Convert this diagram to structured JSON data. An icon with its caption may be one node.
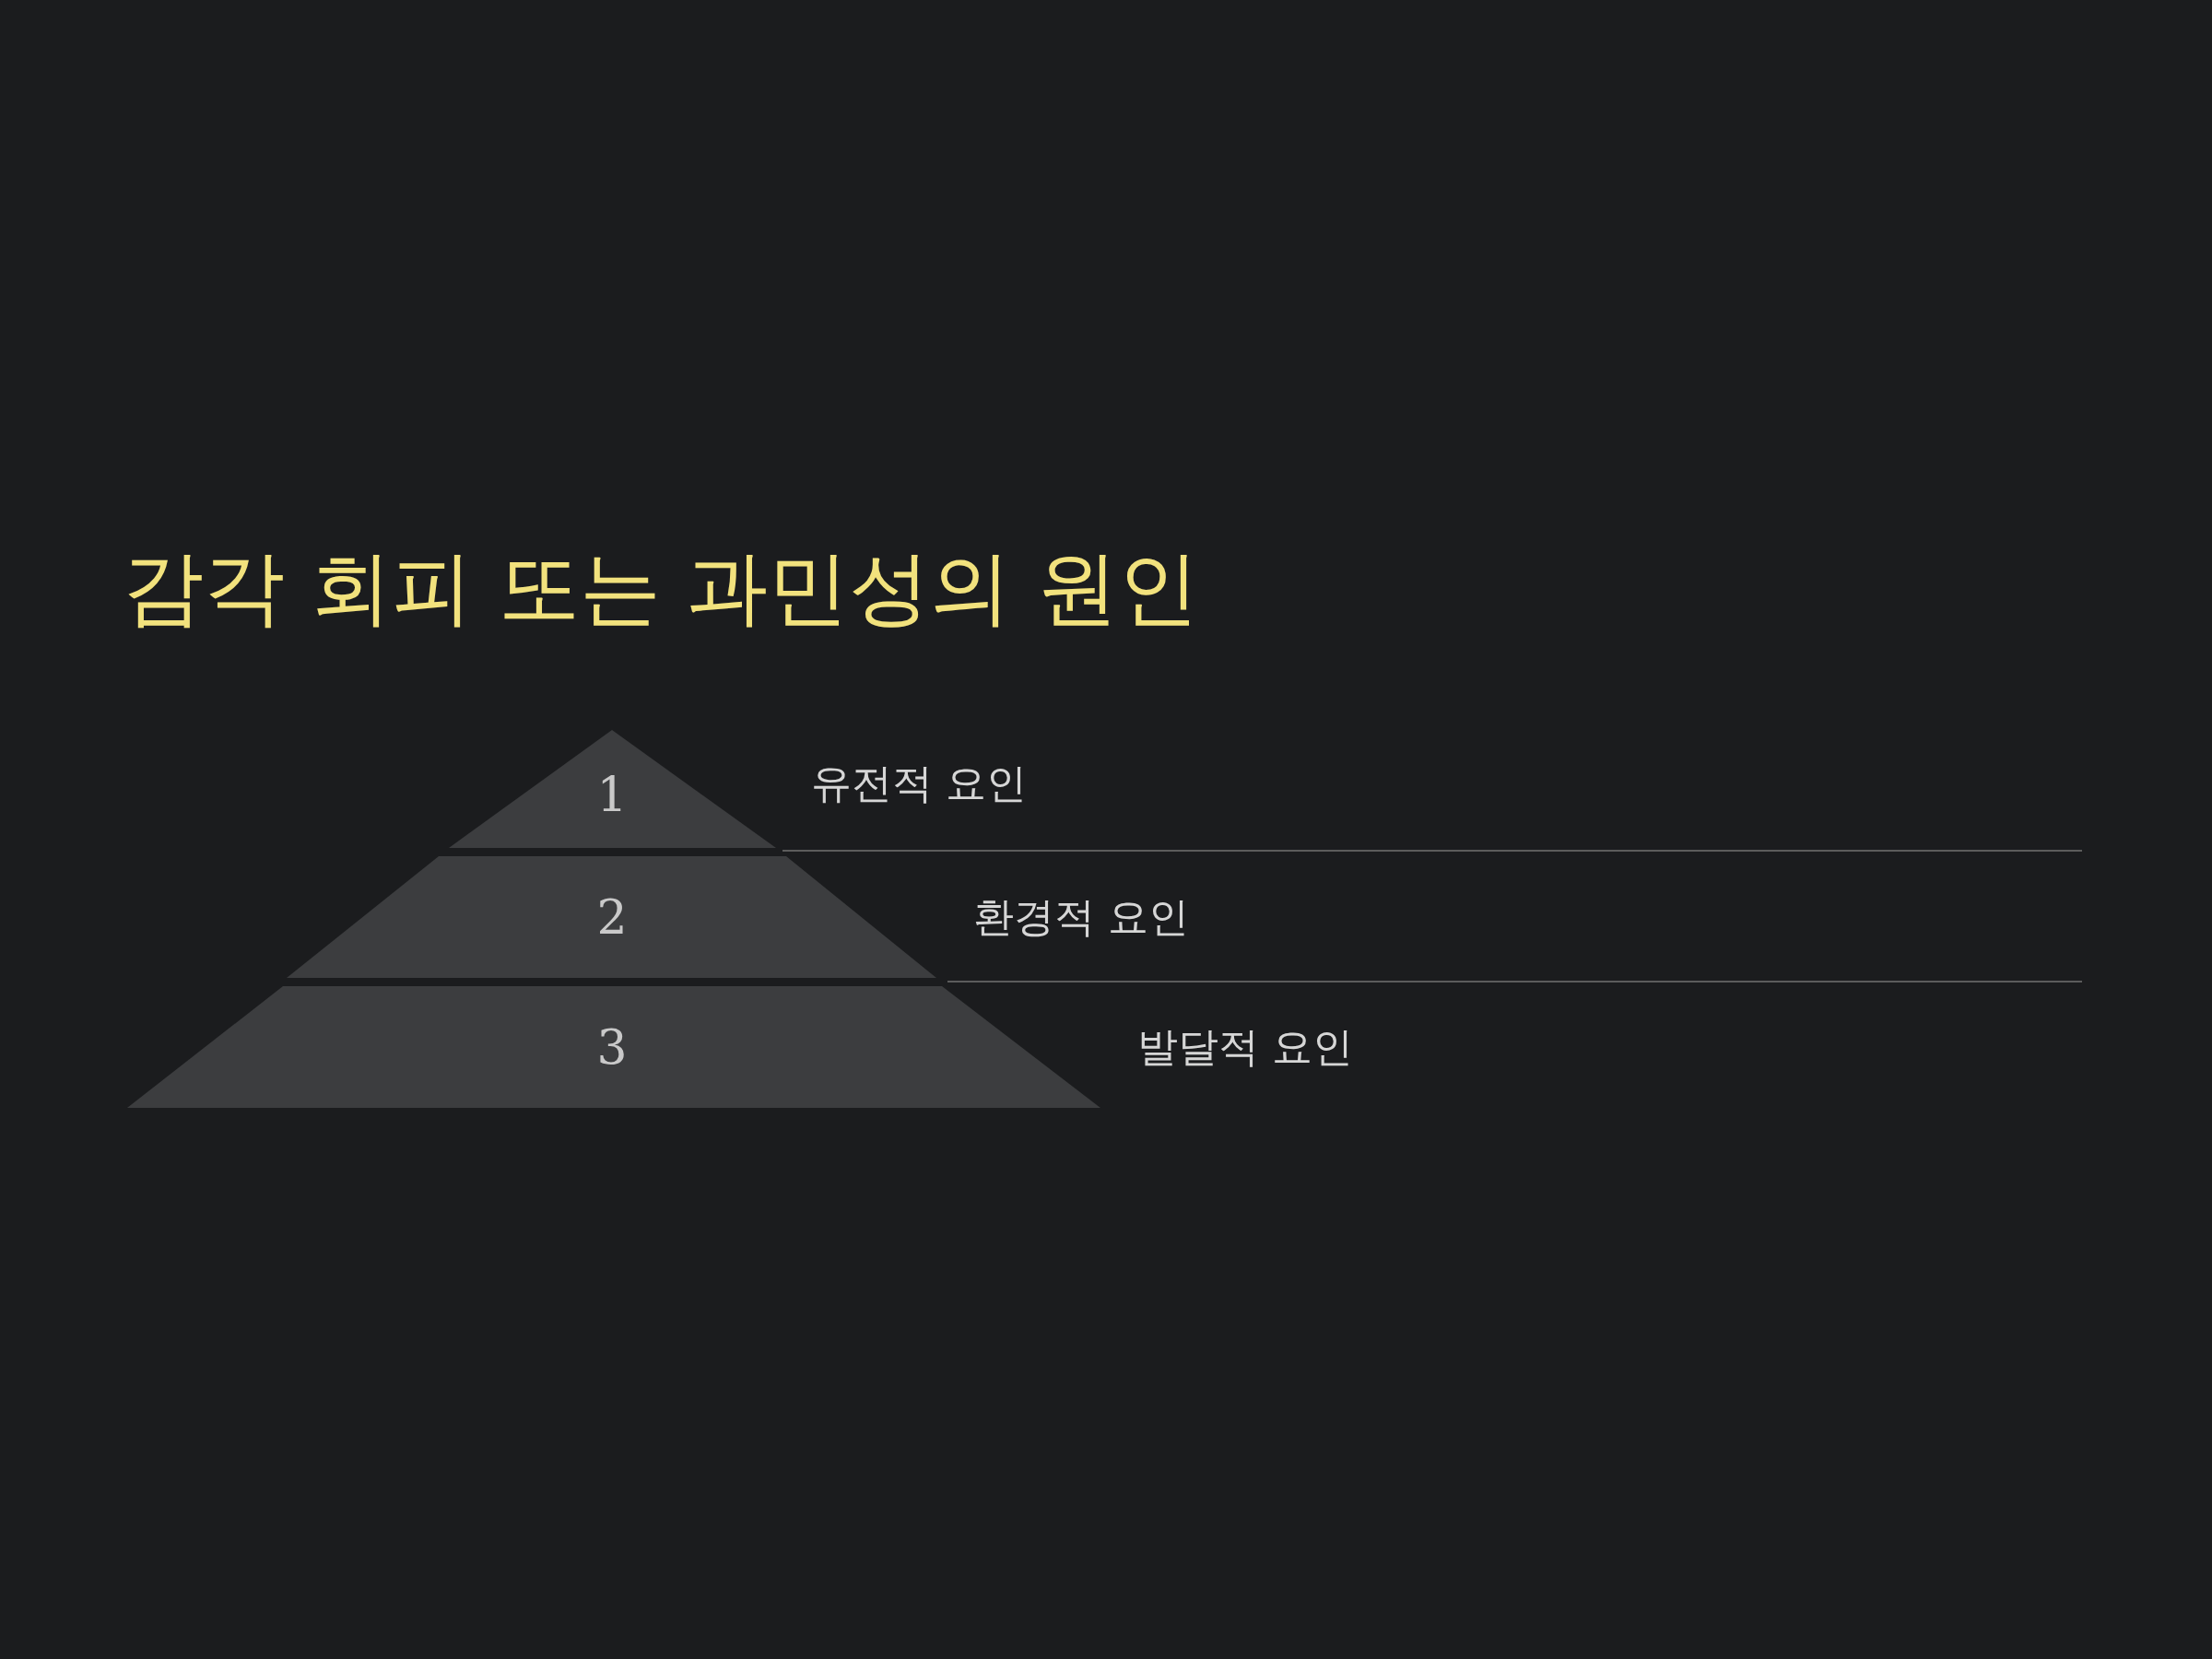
{
  "diagram": {
    "title": "감각 회피 또는 과민성의 원인",
    "nodes": [
      {
        "text": [
          "1"
        ],
        "beside": [
          "유전적 요인"
        ]
      },
      {
        "text": [
          "2"
        ],
        "beside": [
          "환경적 요인"
        ]
      },
      {
        "text": [
          "3"
        ],
        "beside": [
          "발달적 요인"
        ]
      }
    ]
  }
}
